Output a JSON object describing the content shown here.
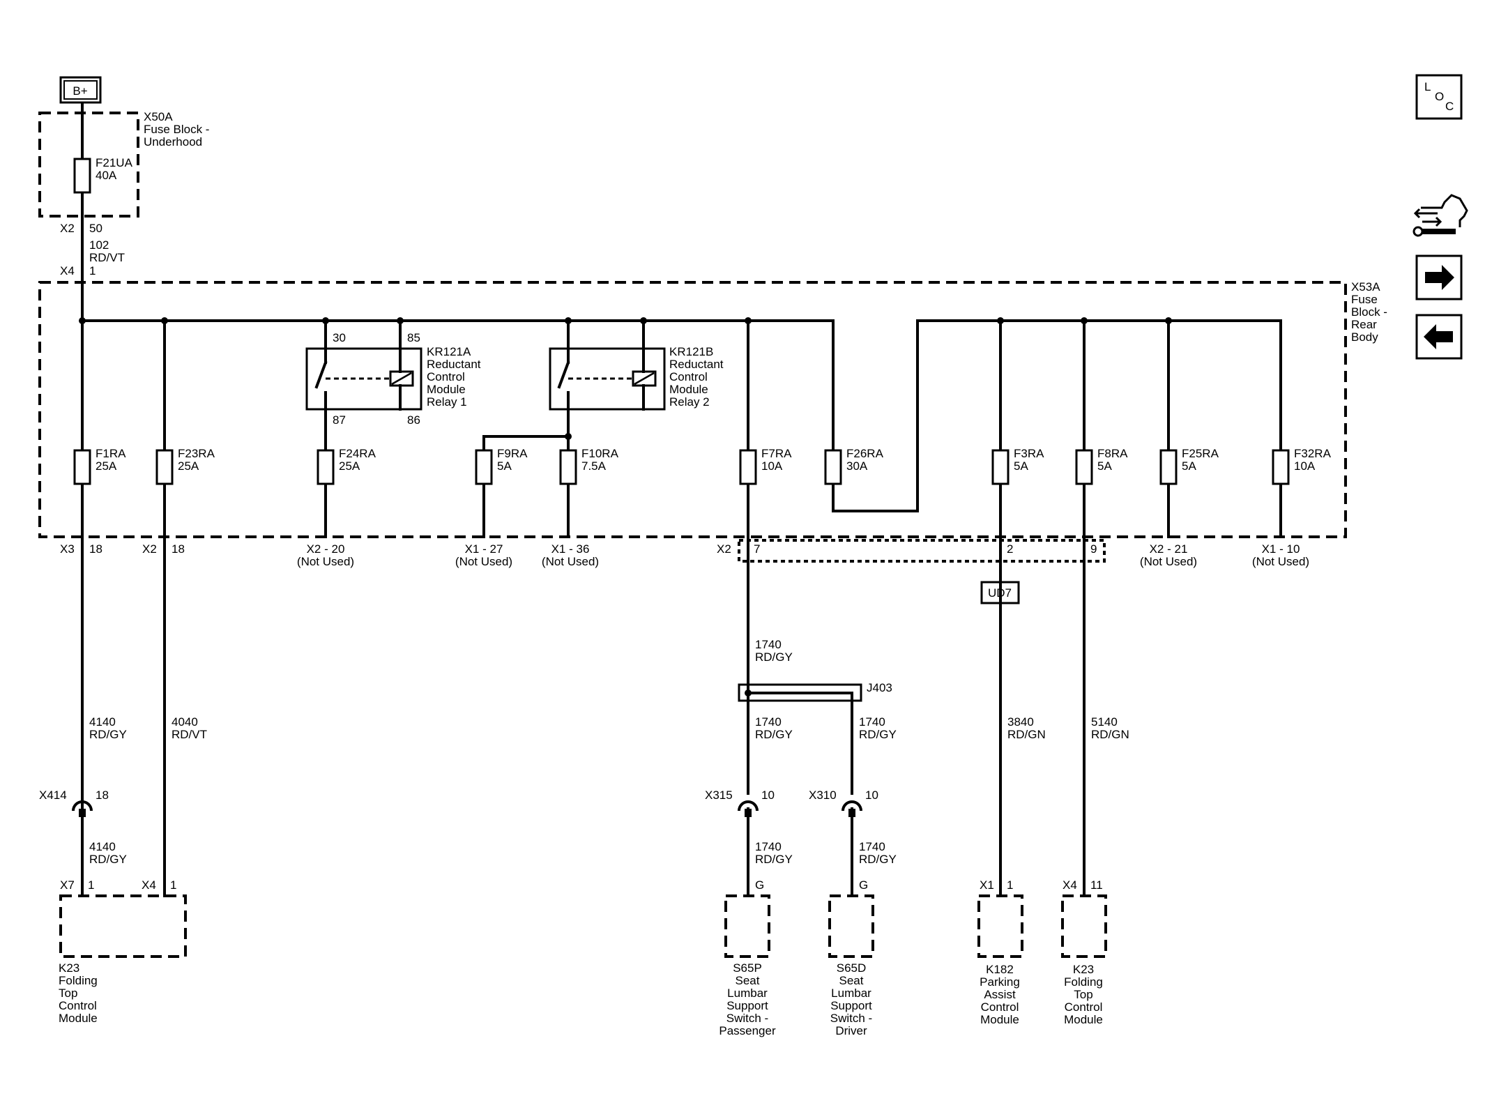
{
  "power": {
    "label": "B+"
  },
  "fuse_block_underhood": {
    "id": "X50A",
    "line1": "Fuse Block -",
    "line2": "Underhood",
    "fuse": {
      "id": "F21UA",
      "rating": "40A"
    },
    "out_conn": "X2",
    "out_pin": "50",
    "wire_circuit": "102",
    "wire_color": "RD/VT",
    "in_conn": "X4",
    "in_pin": "1"
  },
  "fuse_block_rear": {
    "id": "X53A",
    "lines": [
      "Fuse",
      "Block -",
      "Rear",
      "Body"
    ],
    "fuses": [
      {
        "id": "F1RA",
        "rating": "25A"
      },
      {
        "id": "F23RA",
        "rating": "25A"
      },
      {
        "id": "F24RA",
        "rating": "25A"
      },
      {
        "id": "F9RA",
        "rating": "5A"
      },
      {
        "id": "F10RA",
        "rating": "7.5A"
      },
      {
        "id": "F7RA",
        "rating": "10A"
      },
      {
        "id": "F26RA",
        "rating": "30A"
      },
      {
        "id": "F3RA",
        "rating": "5A"
      },
      {
        "id": "F8RA",
        "rating": "5A"
      },
      {
        "id": "F25RA",
        "rating": "5A"
      },
      {
        "id": "F32RA",
        "rating": "10A"
      }
    ],
    "relays": [
      {
        "id": "KR121A",
        "lines": [
          "Reductant",
          "Control",
          "Module",
          "Relay 1"
        ],
        "pin_tl": "30",
        "pin_tr": "85",
        "pin_bl": "87",
        "pin_br": "86"
      },
      {
        "id": "KR121B",
        "lines": [
          "Reductant",
          "Control",
          "Module",
          "Relay 2"
        ]
      }
    ],
    "outputs": [
      {
        "conn": "X3",
        "pin": "18"
      },
      {
        "conn": "X2",
        "pin": "18"
      },
      {
        "label": "X2 - 20",
        "note": "(Not Used)"
      },
      {
        "label": "X1 - 27",
        "note": "(Not Used)"
      },
      {
        "label": "X1 - 36",
        "note": "(Not Used)"
      },
      {
        "conn": "X2",
        "pin": "7"
      },
      {
        "pin": "2"
      },
      {
        "pin": "9"
      },
      {
        "label": "X2 - 21",
        "note": "(Not Used)"
      },
      {
        "label": "X1 - 10",
        "note": "(Not Used)"
      }
    ]
  },
  "option_label": "UD7",
  "splice": {
    "id": "J403"
  },
  "wires": {
    "w4140a": {
      "circuit": "4140",
      "color": "RD/GY"
    },
    "w4040": {
      "circuit": "4040",
      "color": "RD/VT"
    },
    "w1740a": {
      "circuit": "1740",
      "color": "RD/GY"
    },
    "w1740b": {
      "circuit": "1740",
      "color": "RD/GY"
    },
    "w1740c": {
      "circuit": "1740",
      "color": "RD/GY"
    },
    "w3840": {
      "circuit": "3840",
      "color": "RD/GN"
    },
    "w5140": {
      "circuit": "5140",
      "color": "RD/GN"
    },
    "w4140b": {
      "circuit": "4140",
      "color": "RD/GY"
    },
    "w1740d": {
      "circuit": "1740",
      "color": "RD/GY"
    },
    "w1740e": {
      "circuit": "1740",
      "color": "RD/GY"
    }
  },
  "inline_connectors": [
    {
      "id": "X414",
      "pin": "18"
    },
    {
      "id": "X315",
      "pin": "10"
    },
    {
      "id": "X310",
      "pin": "10"
    }
  ],
  "modules": {
    "k23a": {
      "lines": [
        "K23",
        "Folding",
        "Top",
        "Control",
        "Module"
      ],
      "conn1": "X7",
      "pin1": "1",
      "conn2": "X4",
      "pin2": "1"
    },
    "s65p": {
      "lines": [
        "S65P",
        "Seat",
        "Lumbar",
        "Support",
        "Switch -",
        "Passenger"
      ],
      "pin": "G"
    },
    "s65d": {
      "lines": [
        "S65D",
        "Seat",
        "Lumbar",
        "Support",
        "Switch -",
        "Driver"
      ],
      "pin": "G"
    },
    "k182": {
      "lines": [
        "K182",
        "Parking",
        "Assist",
        "Control",
        "Module"
      ],
      "conn": "X1",
      "pin": "1"
    },
    "k23b": {
      "lines": [
        "K23",
        "Folding",
        "Top",
        "Control",
        "Module"
      ],
      "conn": "X4",
      "pin": "11"
    }
  },
  "nav": {
    "loc": [
      "L",
      "O",
      "C"
    ]
  }
}
